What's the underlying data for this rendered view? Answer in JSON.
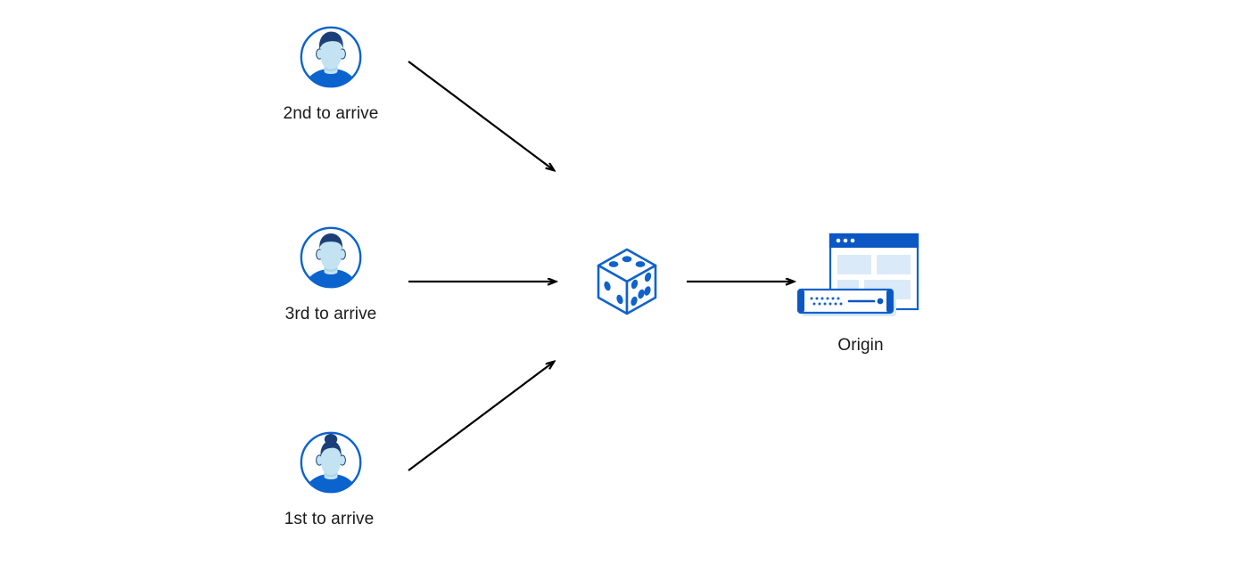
{
  "diagram": {
    "title": "Load balancing request order diagram",
    "background_color": "#ffffff",
    "colors": {
      "avatar_ring": "#0b63ce",
      "avatar_hair": "#1b3f78",
      "avatar_face": "#c3e2f2",
      "avatar_body": "#0b63ce",
      "dice_outline": "#1062cc",
      "dice_pip": "#1062cc",
      "browser_titlebar": "#0b57c4",
      "browser_border": "#1062cc",
      "browser_block": "#dbeaf8",
      "server_border": "#1062cc",
      "server_accent": "#0b57c4",
      "arrow": "#000000",
      "label_text": "#1a1a1a"
    },
    "clients": [
      {
        "id": "client-2nd",
        "label": "2nd to arrive",
        "avatar_icon": "user-avatar-short-hair-icon",
        "hair_style": "short"
      },
      {
        "id": "client-3rd",
        "label": "3rd to arrive",
        "avatar_icon": "user-avatar-short-hair-icon",
        "hair_style": "short"
      },
      {
        "id": "client-1st",
        "label": "1st to arrive",
        "avatar_icon": "user-avatar-bun-hair-icon",
        "hair_style": "bun"
      }
    ],
    "randomizer": {
      "id": "dice",
      "icon": "dice-icon",
      "label": "",
      "faces": {
        "top_pips": 3,
        "left_pips": 2,
        "right_pips": 5
      }
    },
    "destination": {
      "id": "origin",
      "label": "Origin",
      "icon": "origin-server-browser-icon",
      "browser_dots": 3,
      "browser_blocks": 4
    },
    "arrows": [
      {
        "id": "arrow-2nd-to-dice",
        "from": "client-2nd",
        "to": "dice",
        "direction": "down-right"
      },
      {
        "id": "arrow-3rd-to-dice",
        "from": "client-3rd",
        "to": "dice",
        "direction": "right"
      },
      {
        "id": "arrow-1st-to-dice",
        "from": "client-1st",
        "to": "dice",
        "direction": "up-right"
      },
      {
        "id": "arrow-dice-to-origin",
        "from": "dice",
        "to": "origin",
        "direction": "right"
      }
    ]
  }
}
